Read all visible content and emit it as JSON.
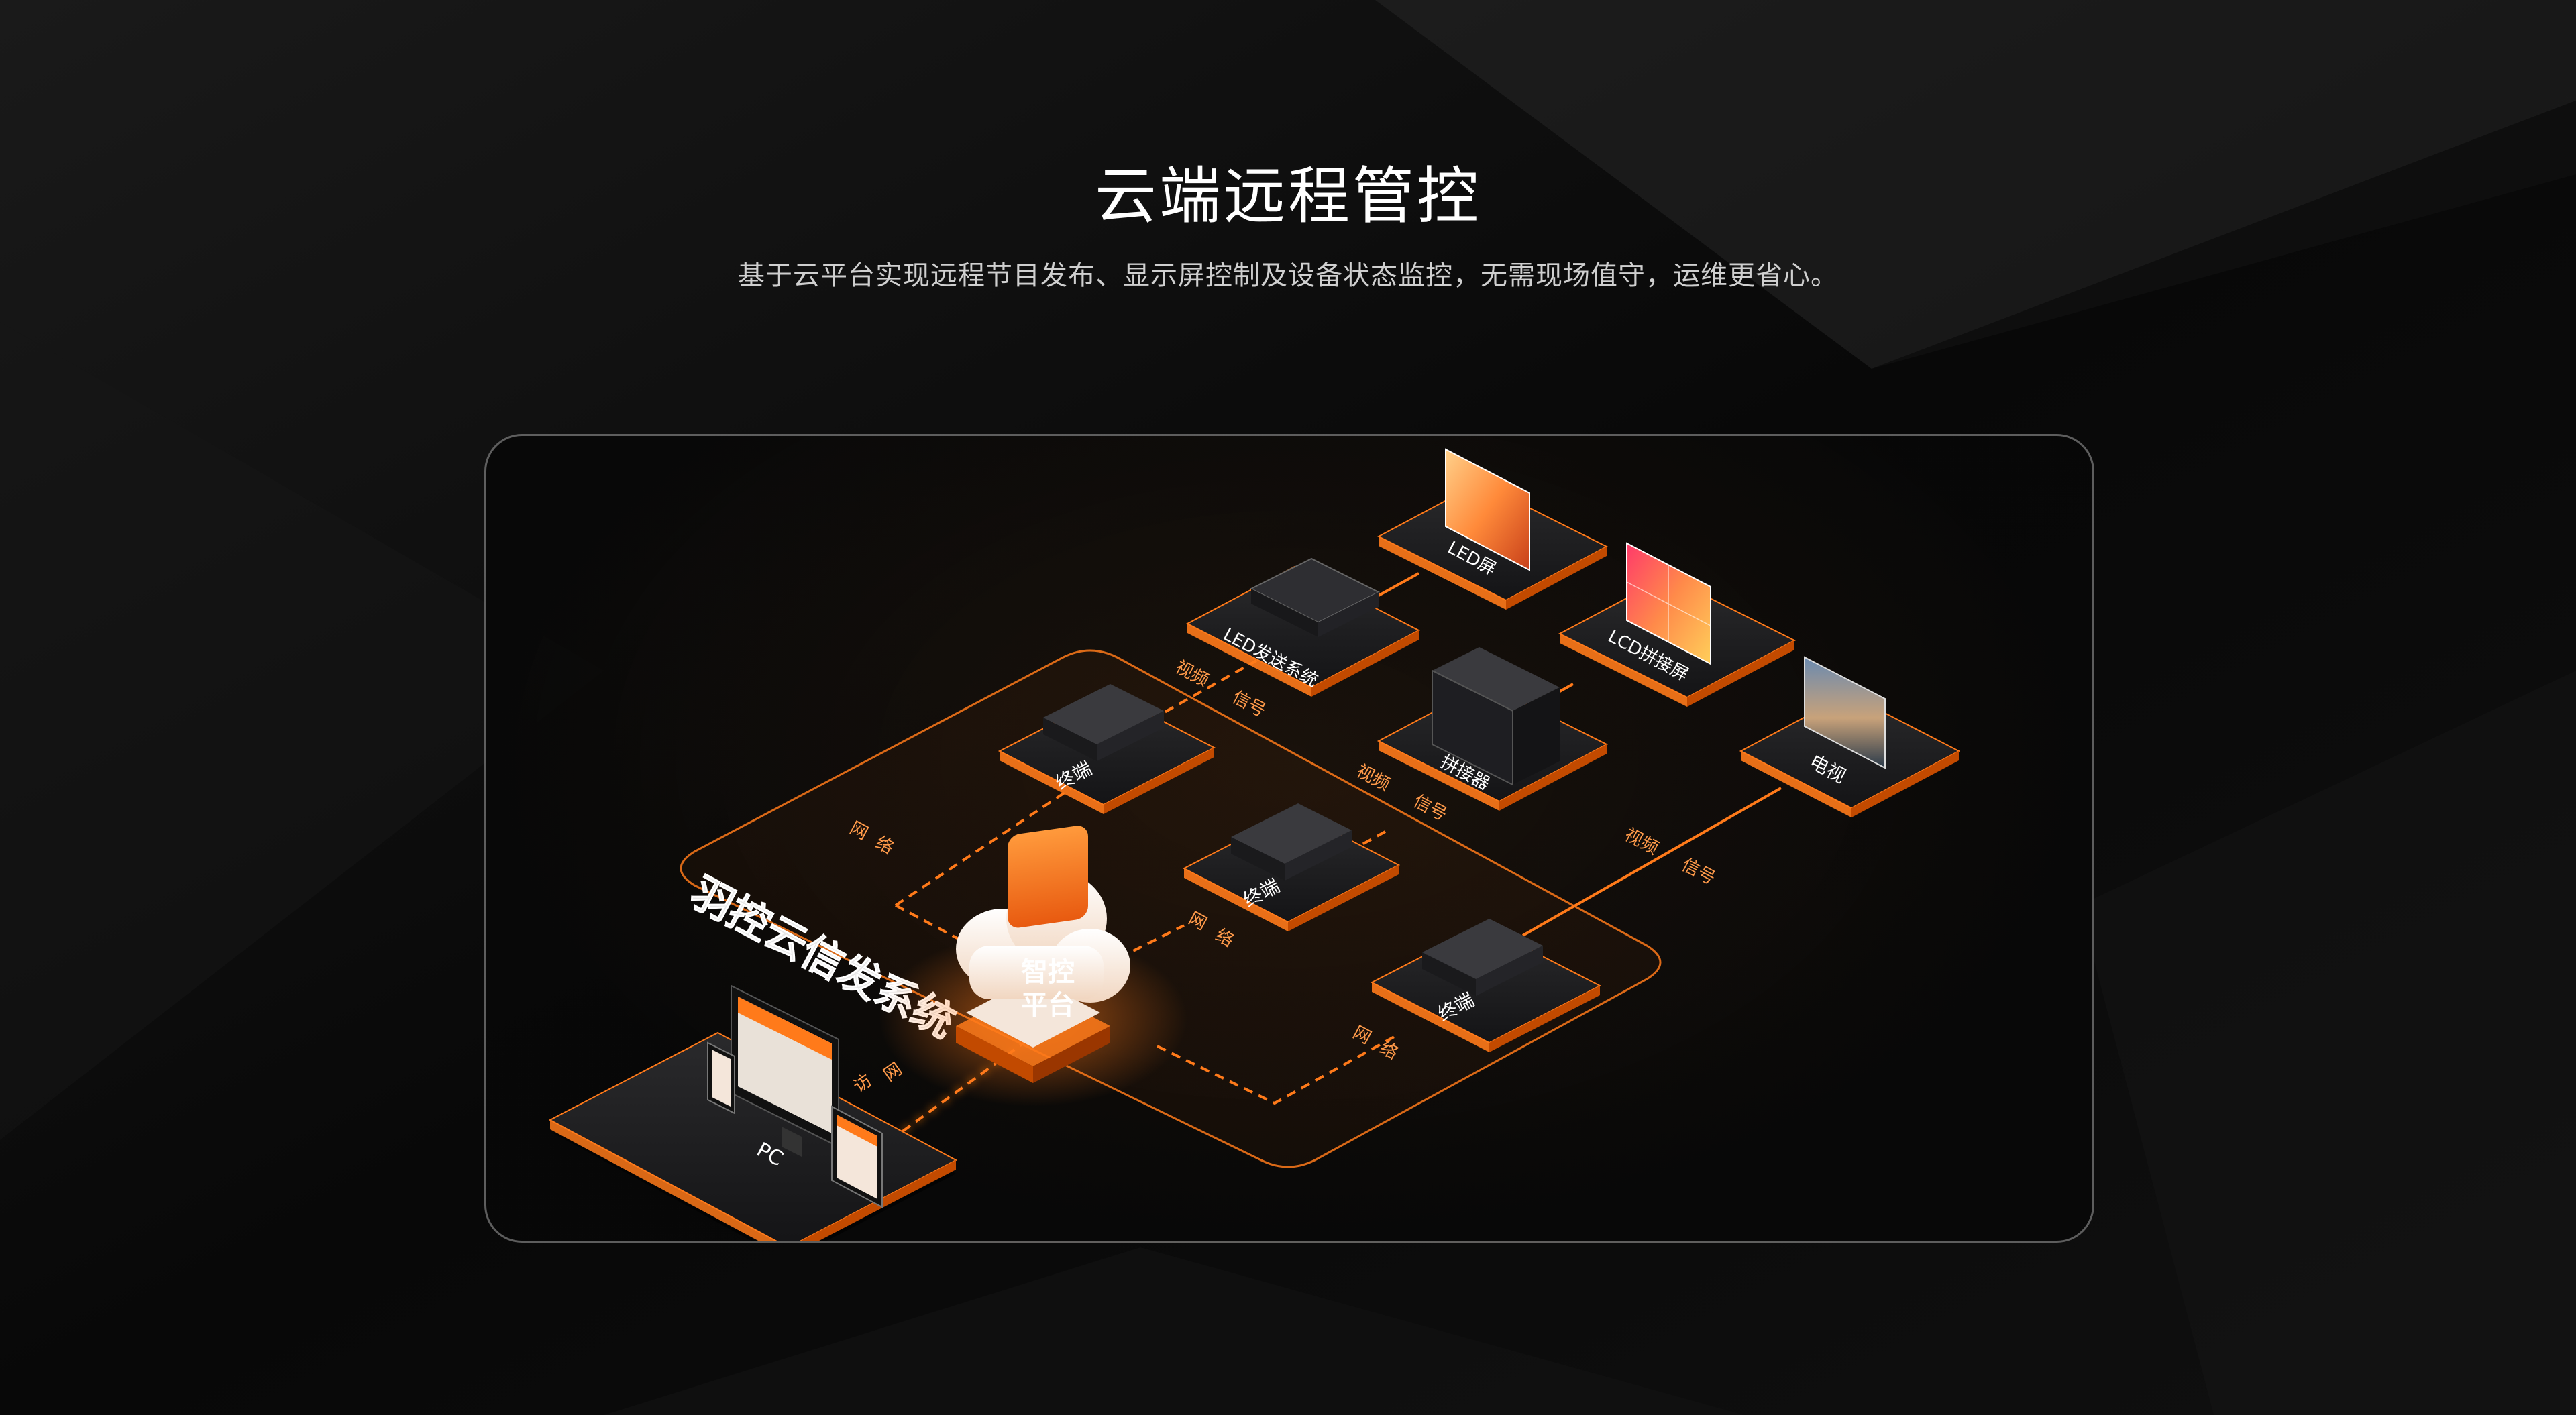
{
  "header": {
    "title": "云端远程管控",
    "subtitle": "基于云平台实现远程节目发布、显示屏控制及设备状态监控，无需现场值守，运维更省心。"
  },
  "diagram": {
    "system_name": "羽控云信发系统",
    "hub": {
      "line1": "智控",
      "line2": "平台"
    },
    "nodes": {
      "pc": "PC",
      "terminal_1": "终端",
      "terminal_2": "终端",
      "terminal_3": "终端",
      "led_sender": "LED发送系统",
      "led_screen": "LED屏",
      "splicer": "拼接器",
      "lcd_wall": "LCD拼接屏",
      "tv": "电视"
    },
    "edge_labels": {
      "access": {
        "a": "访",
        "b": "网"
      },
      "network_1": {
        "a": "网",
        "b": "络"
      },
      "network_2": {
        "a": "网",
        "b": "络"
      },
      "network_3": {
        "a": "网",
        "b": "络"
      },
      "video_1": {
        "a": "视频",
        "b": "信号"
      },
      "video_2": {
        "a": "视频",
        "b": "信号"
      },
      "video_3": {
        "a": "视频",
        "b": "信号"
      }
    },
    "colors": {
      "accent": "#ff7a1a",
      "accent_dark": "#c24a00",
      "platform_top": "#1c1c1e",
      "panel_border": "#8a8a8a"
    }
  }
}
